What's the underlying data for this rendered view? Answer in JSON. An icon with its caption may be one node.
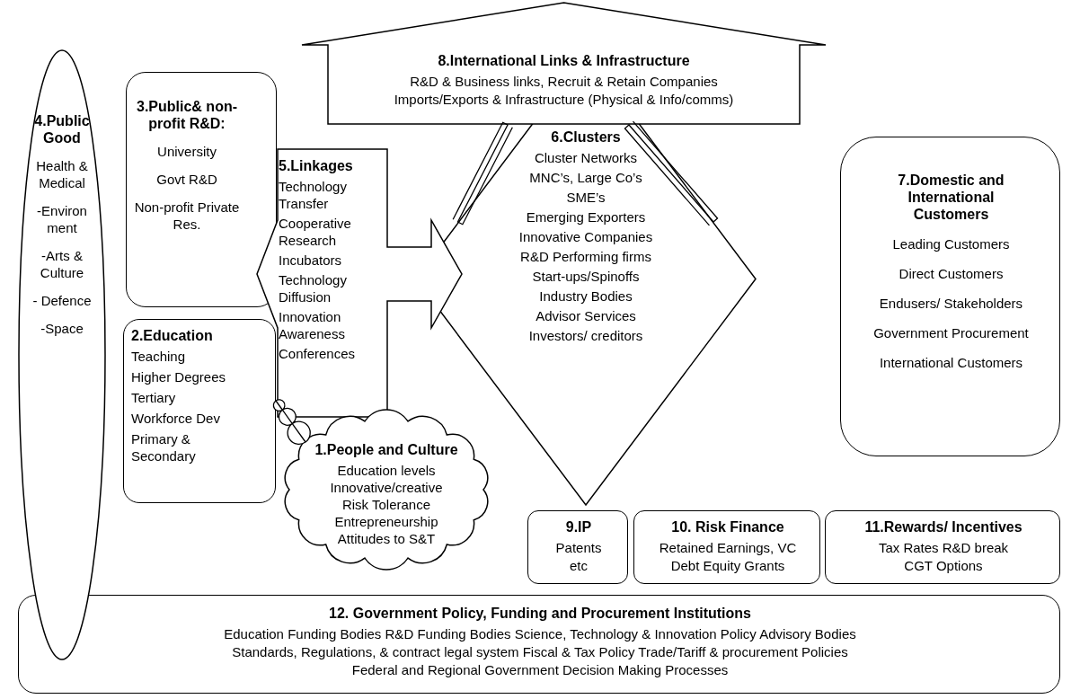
{
  "diagram": {
    "nodes": [
      {
        "text": [
          "8.International Links & Infrastructure",
          "R&D & Business links, Recruit & Retain Companies",
          "Imports/Exports & Infrastructure (Physical & Info/comms)"
        ]
      },
      {
        "text": [
          "3.Public& non-profit R&D:",
          "University",
          "Govt R&D",
          "Non-profit Private Res."
        ]
      },
      {
        "text": [
          "4.Public Good",
          "Health & Medical",
          "-Environ ment",
          "-Arts & Culture",
          "- Defence",
          "-Space"
        ]
      },
      {
        "text": [
          "5.Linkages",
          "Technology Transfer",
          "Cooperative Research",
          "Incubators",
          "Technology Diffusion",
          "Innovation Awareness",
          "Conferences"
        ]
      },
      {
        "text": [
          "6.Clusters",
          "Cluster Networks",
          "MNC’s, Large Co’s",
          "SME’s",
          "Emerging Exporters",
          "Innovative Companies",
          "R&D Performing firms",
          "Start-ups/Spinoffs",
          "Industry Bodies",
          "Advisor Services",
          "Investors/ creditors"
        ]
      },
      {
        "text": [
          "7.Domestic and International Customers",
          "Leading Customers",
          "Direct Customers",
          "Endusers/ Stakeholders",
          "Government Procurement",
          "International Customers"
        ]
      },
      {
        "text": [
          "2.Education",
          "Teaching",
          "Higher Degrees",
          "Tertiary",
          "Workforce Dev",
          "Primary & Secondary"
        ]
      },
      {
        "text": [
          "1.People and Culture",
          "Education levels",
          "Innovative/creative",
          "Risk Tolerance",
          "Entrepreneurship",
          "Attitudes to S&T"
        ]
      },
      {
        "text": [
          "9.IP",
          "Patents",
          "etc"
        ]
      },
      {
        "text": [
          "10. Risk Finance",
          "Retained Earnings, VC",
          "Debt Equity Grants"
        ]
      },
      {
        "text": [
          "11.Rewards/ Incentives",
          "Tax Rates R&D break",
          "CGT Options"
        ]
      },
      {
        "text": [
          "12. Government Policy, Funding and Procurement Institutions",
          "Education Funding Bodies R&D Funding Bodies Science, Technology & Innovation Policy Advisory Bodies",
          "Standards, Regulations, & contract legal system Fiscal & Tax Policy Trade/Tariff & procurement Policies",
          "Federal and Regional Government Decision Making Processes"
        ]
      }
    ],
    "edges": [
      {
        "from": 7,
        "to": 6,
        "arrow": "none"
      },
      {
        "from": 4,
        "to": 0,
        "arrow": "none"
      },
      {
        "from": 4,
        "to": 0,
        "arrow": "none"
      }
    ]
  }
}
